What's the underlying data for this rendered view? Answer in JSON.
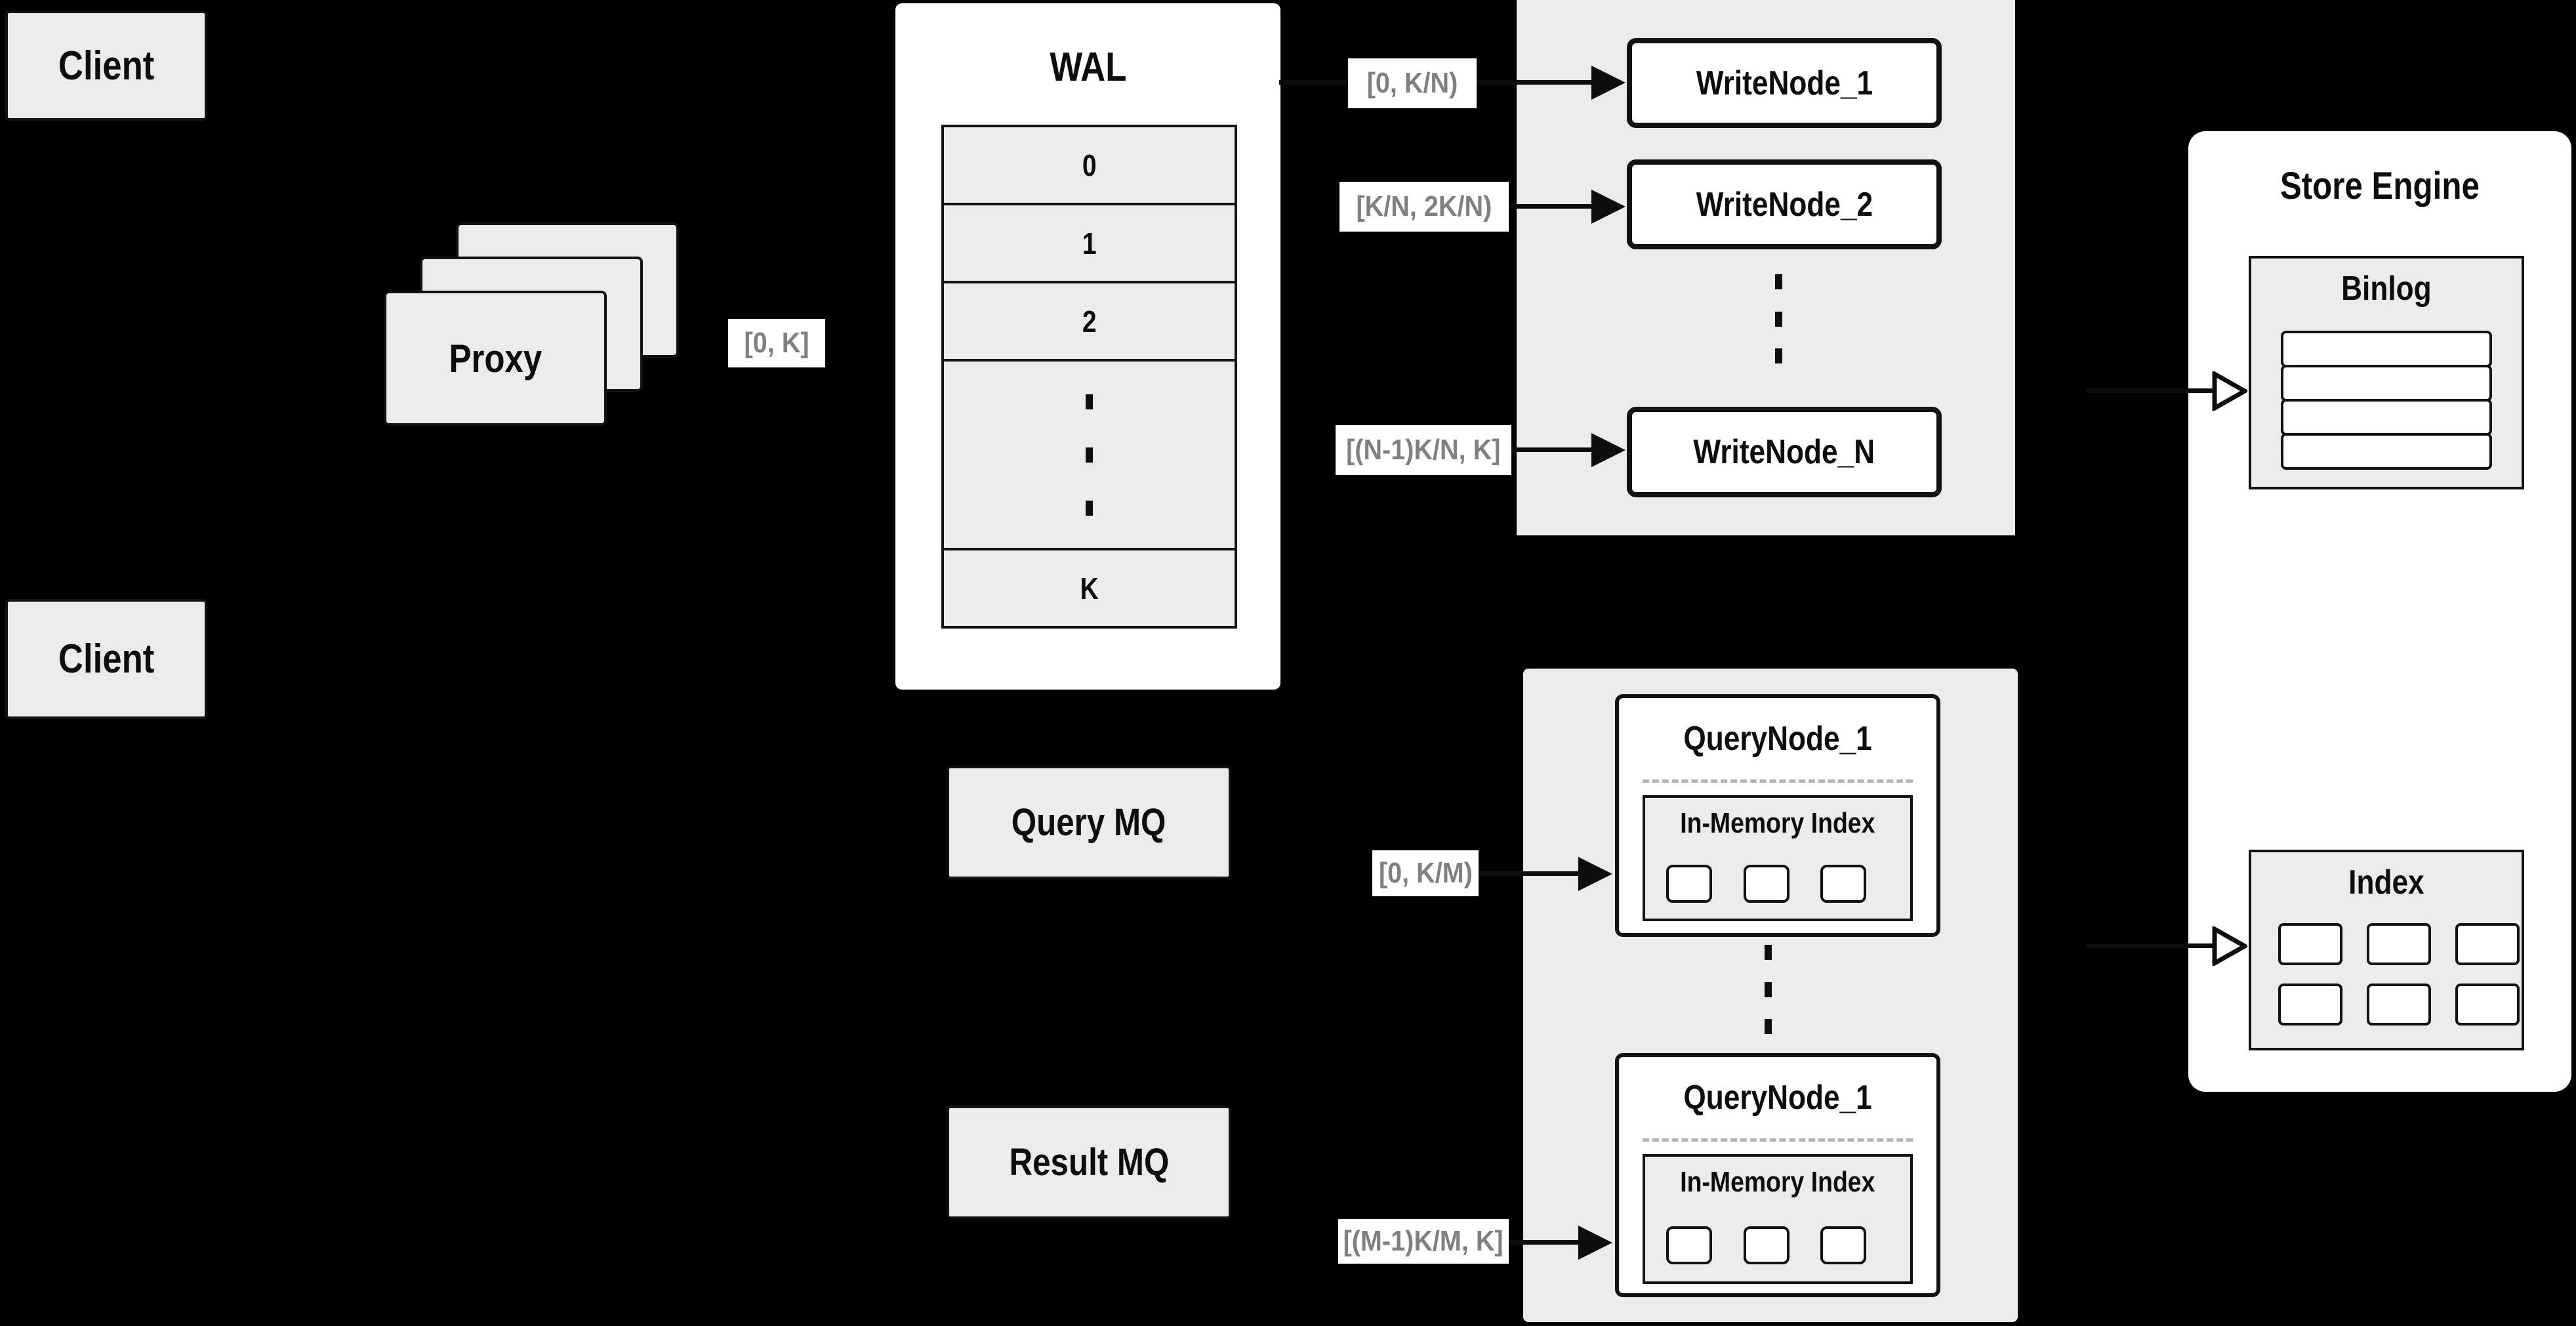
{
  "colors": {
    "background": "#000000",
    "panel_gray": "#ebebeb",
    "node_white": "#ffffff",
    "line_black": "#0d0d0d",
    "range_label_text": "#808080",
    "dashed_separator": "#b3b3b3"
  },
  "clients": {
    "top": "Client",
    "bottom": "Client"
  },
  "proxy": {
    "label": "Proxy"
  },
  "wal": {
    "title": "WAL",
    "rows": [
      "0",
      "1",
      "2",
      "K"
    ]
  },
  "range_labels": {
    "proxy_to_wal": "[0, K]",
    "write_1": "[0, K/N)",
    "write_2": "[K/N, 2K/N)",
    "write_n": "[(N-1)K/N, K]",
    "query_1": "[0, K/M)",
    "query_m": "[(M-1)K/M, K]"
  },
  "write_nodes": {
    "node_1": "WriteNode_1",
    "node_2": "WriteNode_2",
    "node_n": "WriteNode_N"
  },
  "queues": {
    "query_mq": "Query MQ",
    "result_mq": "Result MQ"
  },
  "query_nodes": {
    "node_top": "QueryNode_1",
    "node_bottom": "QueryNode_1",
    "in_memory_index": "In-Memory Index"
  },
  "store_engine": {
    "title": "Store Engine",
    "binlog": "Binlog",
    "index": "Index"
  }
}
